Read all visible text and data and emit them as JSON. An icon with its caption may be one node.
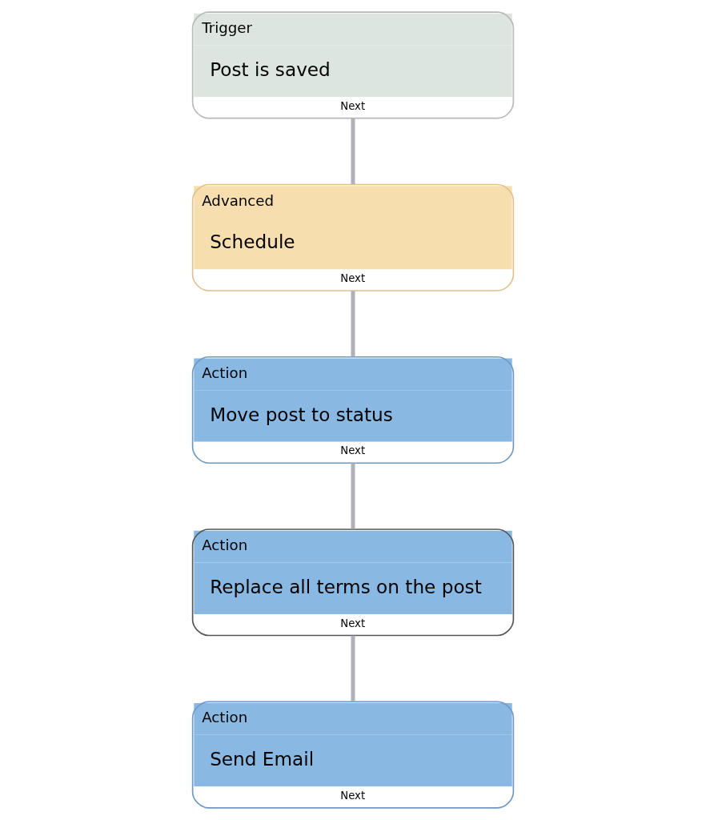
{
  "diagram": {
    "nodes": [
      {
        "text": [
          "Trigger",
          "Post is saved",
          "Next"
        ]
      },
      {
        "text": [
          "Advanced",
          "Schedule",
          "Next"
        ]
      },
      {
        "text": [
          "Action",
          "Move post to status",
          "Next"
        ]
      },
      {
        "text": [
          "Action",
          "Replace all terms on the post",
          "Next"
        ]
      },
      {
        "text": [
          "Action",
          "Send Email",
          "Next"
        ]
      }
    ],
    "edges": [
      {
        "from": 0,
        "to": 1,
        "arrow": "none"
      },
      {
        "from": 1,
        "to": 2,
        "arrow": "none"
      },
      {
        "from": 2,
        "to": 3,
        "arrow": "none"
      },
      {
        "from": 3,
        "to": 4,
        "arrow": "none"
      }
    ]
  }
}
